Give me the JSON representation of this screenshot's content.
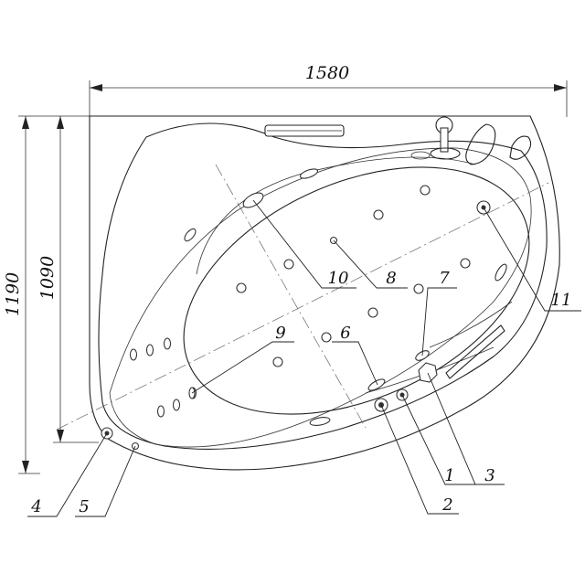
{
  "dimensions": {
    "length": "1580",
    "depth": "1190",
    "inner_depth": "1090"
  },
  "callouts": [
    {
      "id": "1",
      "text": "1"
    },
    {
      "id": "2",
      "text": "2"
    },
    {
      "id": "3",
      "text": "3"
    },
    {
      "id": "4",
      "text": "4"
    },
    {
      "id": "5",
      "text": "5"
    },
    {
      "id": "6",
      "text": "6"
    },
    {
      "id": "7",
      "text": "7"
    },
    {
      "id": "8",
      "text": "8"
    },
    {
      "id": "9",
      "text": "9"
    },
    {
      "id": "10",
      "text": "10"
    },
    {
      "id": "11",
      "text": "11"
    }
  ]
}
